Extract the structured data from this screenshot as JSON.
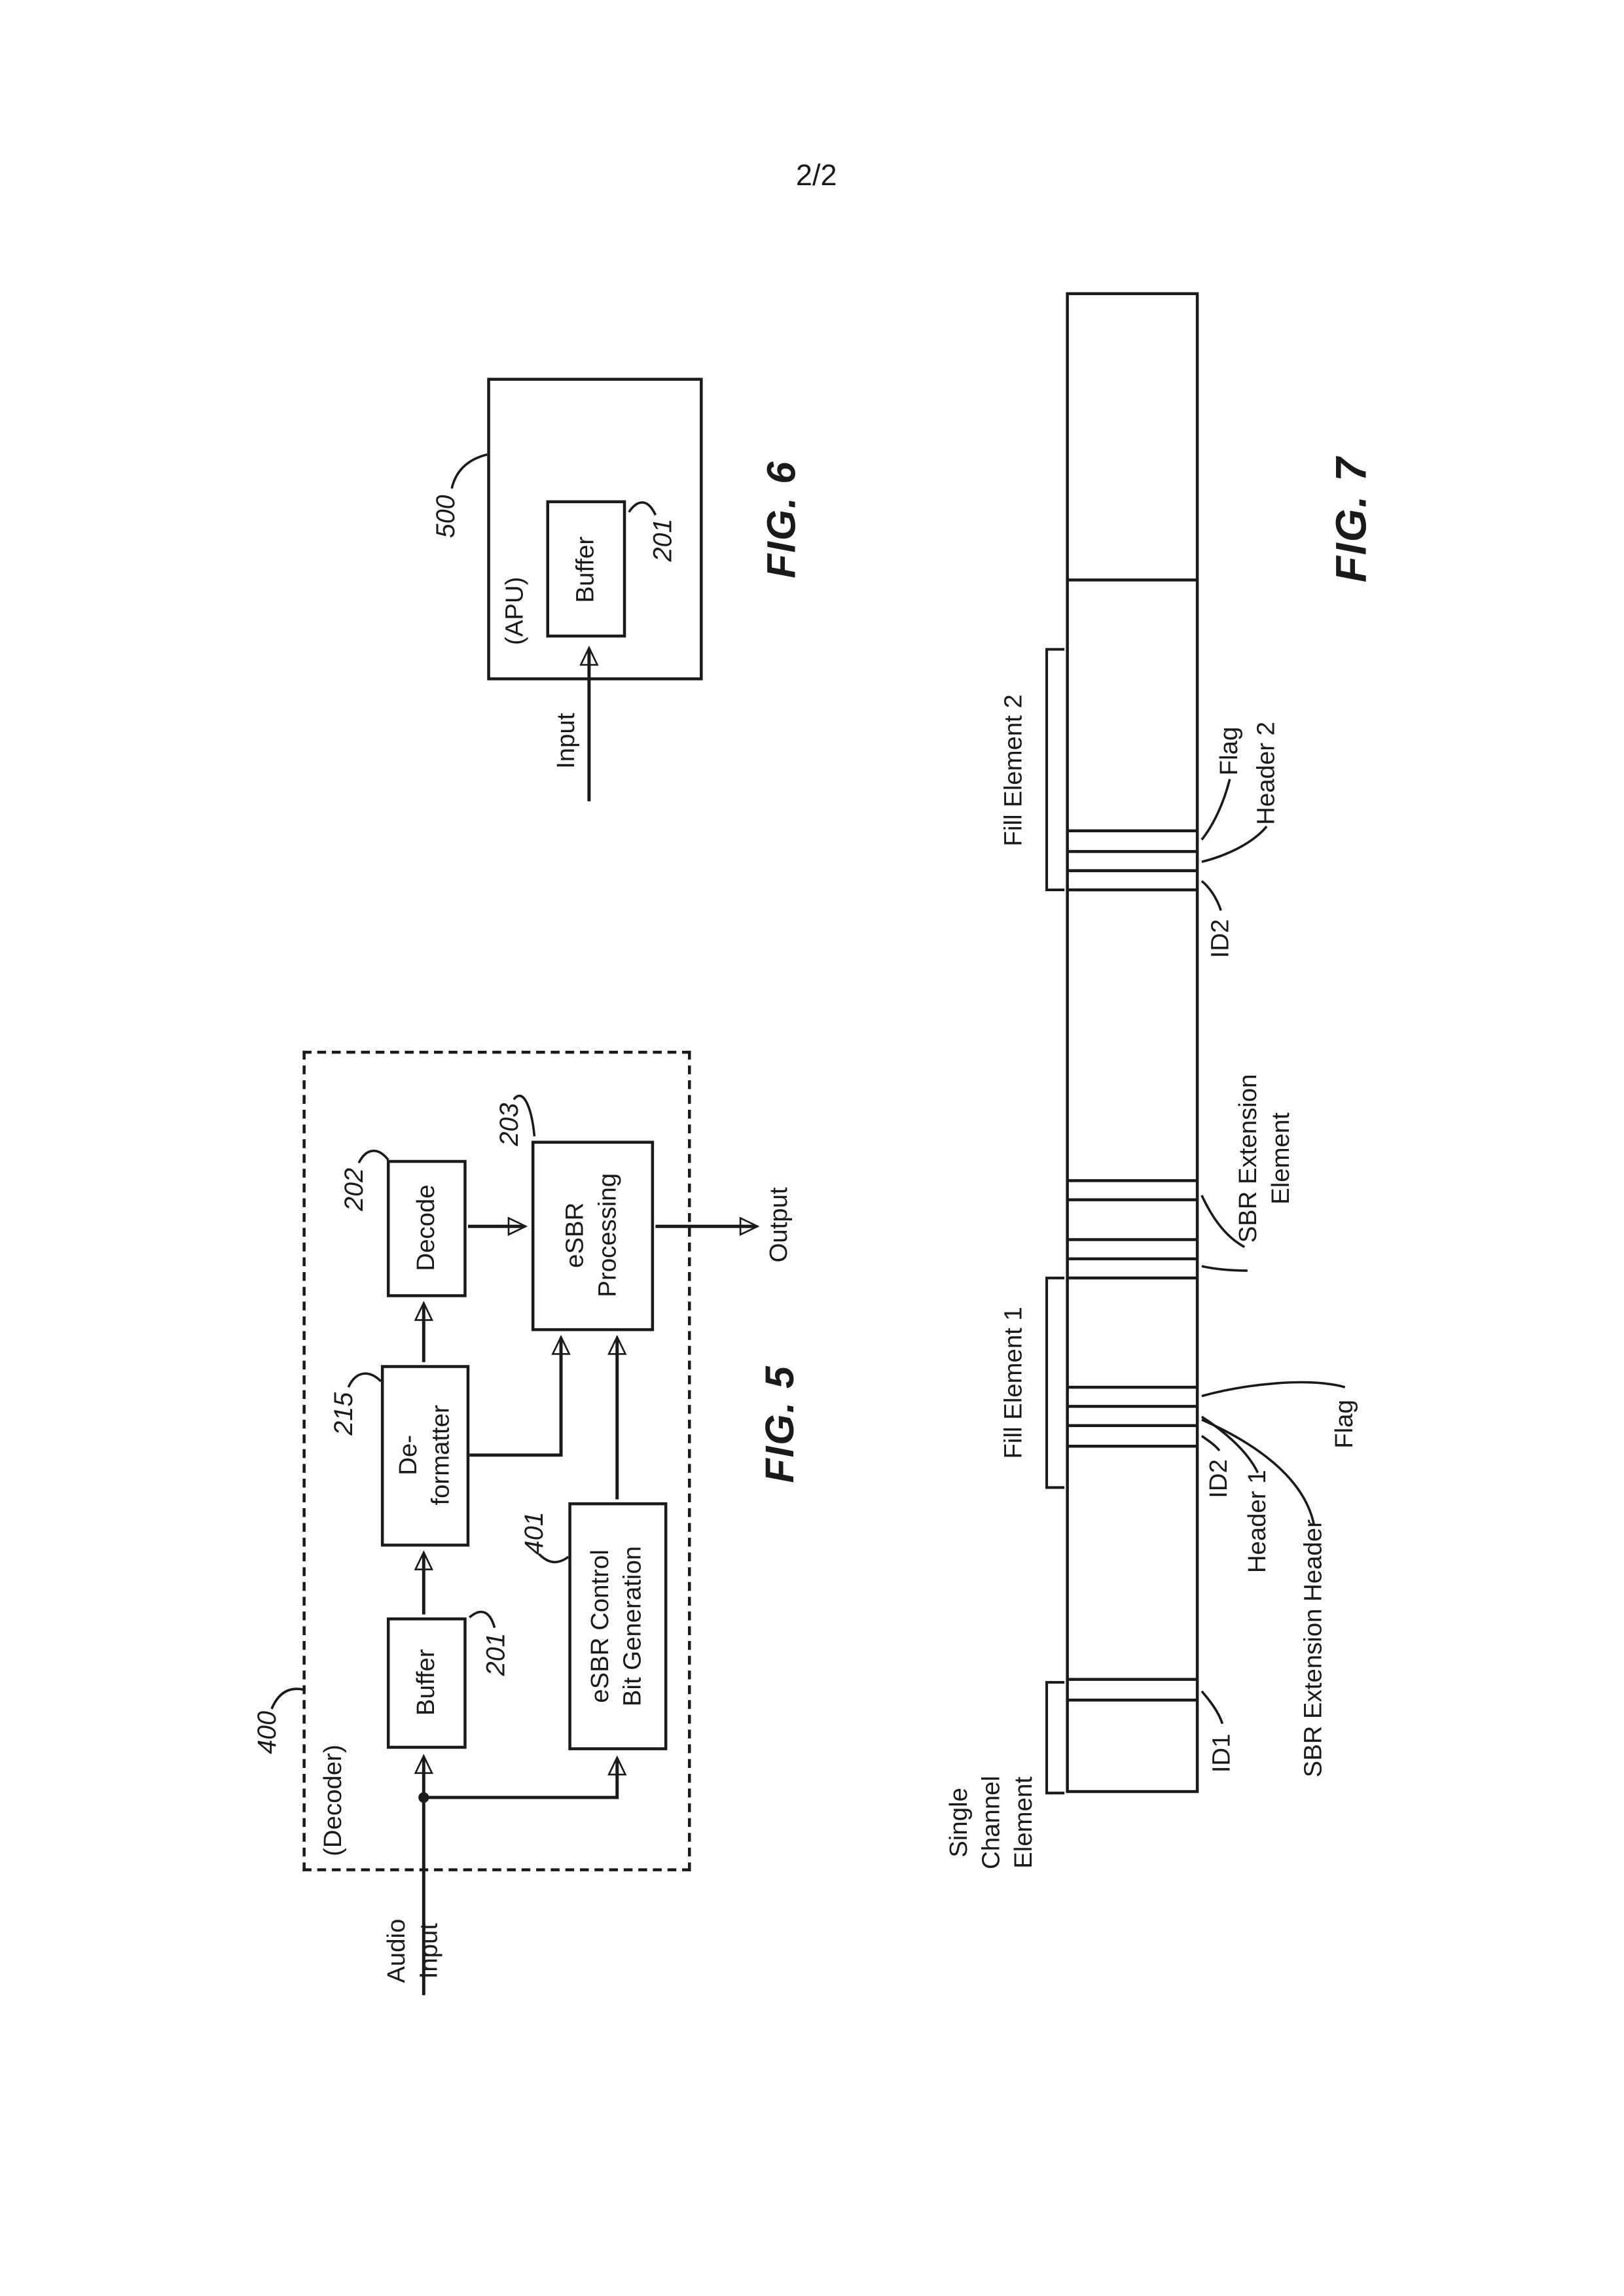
{
  "page": {
    "sheet_number": "2/2"
  },
  "colors": {
    "ink": "#1a1a1a",
    "paper": "#ffffff"
  },
  "fig5": {
    "caption": "FIG. 5",
    "ref": "400",
    "container_label": "(Decoder)",
    "input": {
      "line1": "Audio",
      "line2": "Input"
    },
    "buffer": {
      "label": "Buffer",
      "ref": "201"
    },
    "deformatter": {
      "line1": "De-",
      "line2": "formatter",
      "ref": "215"
    },
    "decode": {
      "label": "Decode",
      "ref": "202"
    },
    "esbr_processing": {
      "line1": "eSBR",
      "line2": "Processing",
      "ref": "203"
    },
    "esbr_control": {
      "line1": "eSBR Control",
      "line2": "Bit Generation",
      "ref": "401"
    },
    "output": "Output"
  },
  "fig6": {
    "caption": "FIG. 6",
    "ref": "500",
    "container_label": "(APU)",
    "buffer": {
      "label": "Buffer",
      "ref": "201"
    },
    "input": "Input"
  },
  "fig7": {
    "caption": "FIG. 7",
    "sce": {
      "line1": "Single",
      "line2": "Channel",
      "line3": "Element"
    },
    "id1": "ID1",
    "sbr_ext_header": "SBR Extension Header",
    "header1": "Header 1",
    "id2_low": "ID2",
    "flag_low": "Flag",
    "fill1": "Fill Element 1",
    "sbr_ext_element": {
      "line1": "SBR Extension",
      "line2": "Element"
    },
    "id2_high": "ID2",
    "header2": "Header 2",
    "flag_high": "Flag",
    "fill2": "Fill Element 2"
  }
}
